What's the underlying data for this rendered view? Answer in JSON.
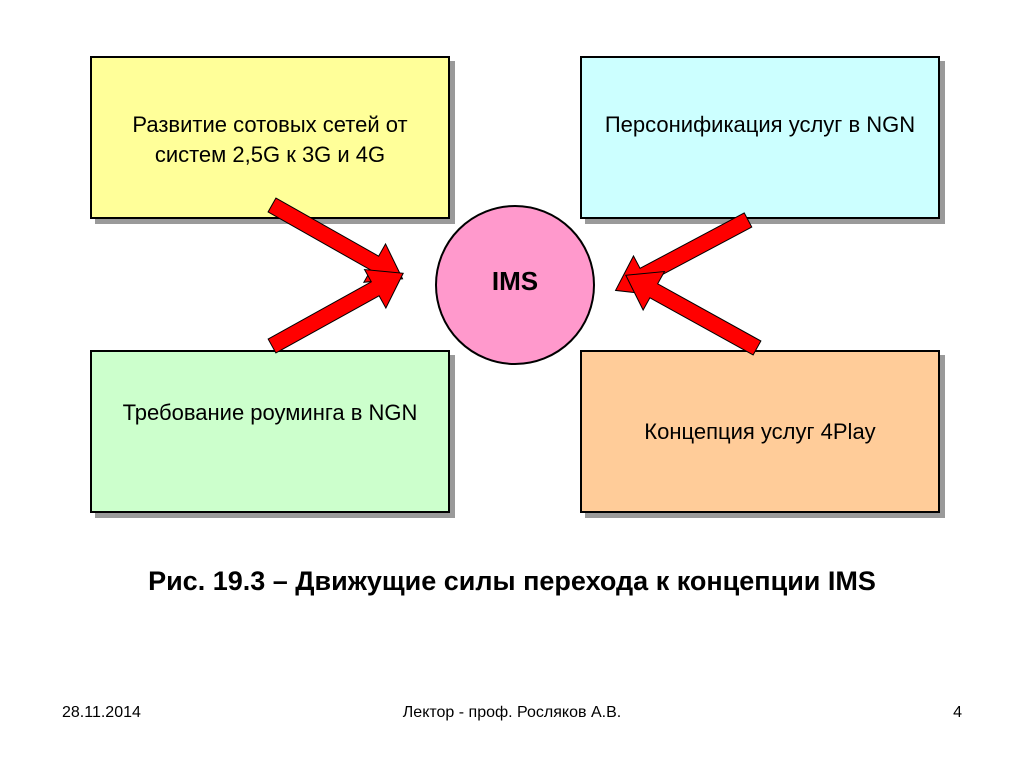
{
  "diagram": {
    "hub": {
      "label": "IMS",
      "color": "#ff99cc"
    },
    "drivers": [
      {
        "text": "Развитие сотовых сетей от систем 2,5G к 3G и 4G",
        "color": "#ffff99"
      },
      {
        "text": "Персонификация услуг в NGN",
        "color": "#ccffff"
      },
      {
        "text": "Требование роуминга в NGN",
        "color": "#ccffcc"
      },
      {
        "text": "Концепция услуг 4Play",
        "color": "#ffcc99"
      }
    ],
    "arrow_color": "#ff0000"
  },
  "caption": "Рис. 19.3 – Движущие силы перехода к концепции IMS",
  "footer": {
    "date": "28.11.2014",
    "author": "Лектор - проф. Росляков А.В.",
    "page": "4"
  }
}
